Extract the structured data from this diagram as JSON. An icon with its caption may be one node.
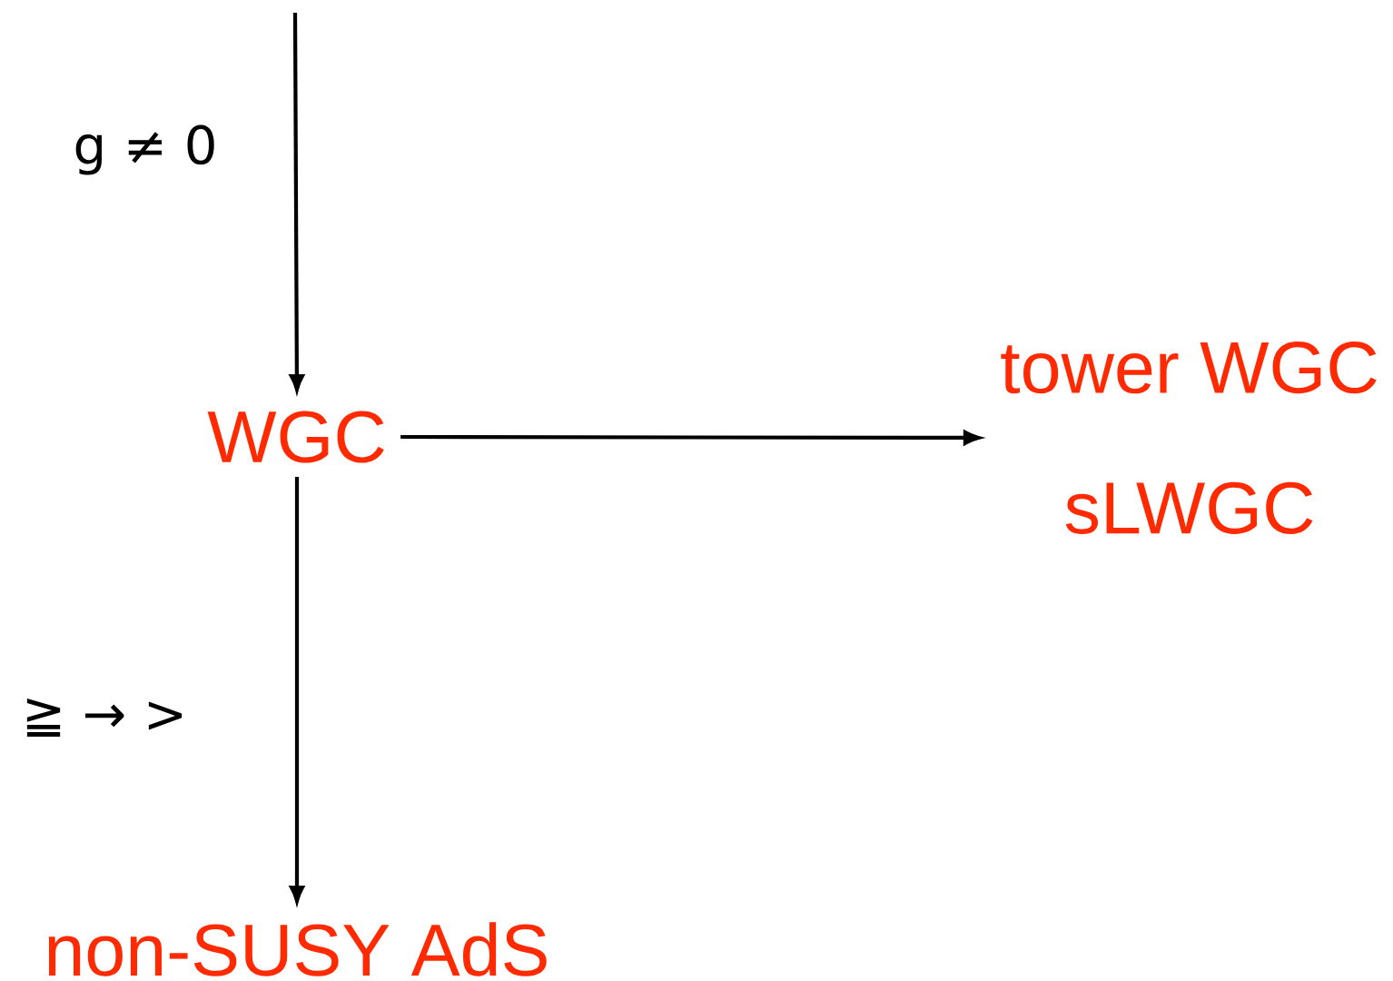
{
  "diagram": {
    "nodes": [
      {
        "text": [
          "WGC"
        ]
      },
      {
        "text": [
          "tower WGC",
          "sLWGC"
        ]
      },
      {
        "text": [
          "non-SUSY AdS"
        ]
      }
    ],
    "edges": [
      {
        "from": null,
        "to": 0,
        "arrow": "to",
        "label": "g ≠ 0"
      },
      {
        "from": 0,
        "to": 1,
        "arrow": "to"
      },
      {
        "from": 0,
        "to": 2,
        "arrow": "to",
        "label": "≧ → >"
      }
    ]
  }
}
